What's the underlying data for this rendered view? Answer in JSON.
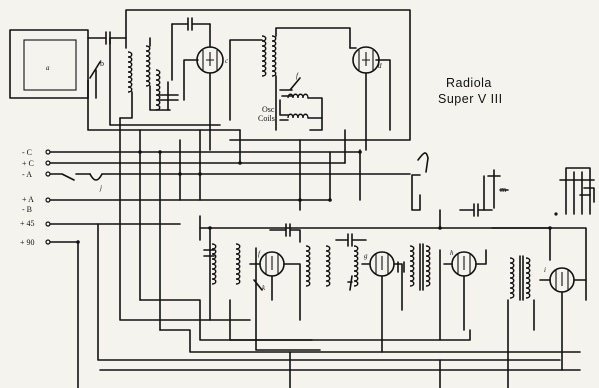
{
  "title": {
    "line1": "Radiola",
    "line2": "Super V III"
  },
  "frame": {
    "label": "a"
  },
  "terminals": [
    "- C",
    "+ C",
    "- A",
    "+ A",
    "- B",
    "+ 45",
    "+ 90"
  ],
  "coil_label": {
    "line1": "Osc",
    "line2": "Coils"
  },
  "part_labels": {
    "b": "b",
    "c": "c",
    "d": "d",
    "e": "e",
    "f": "f",
    "g": "g",
    "h": "h",
    "i": "i",
    "j": "j",
    "k": "k",
    "m": "m"
  }
}
